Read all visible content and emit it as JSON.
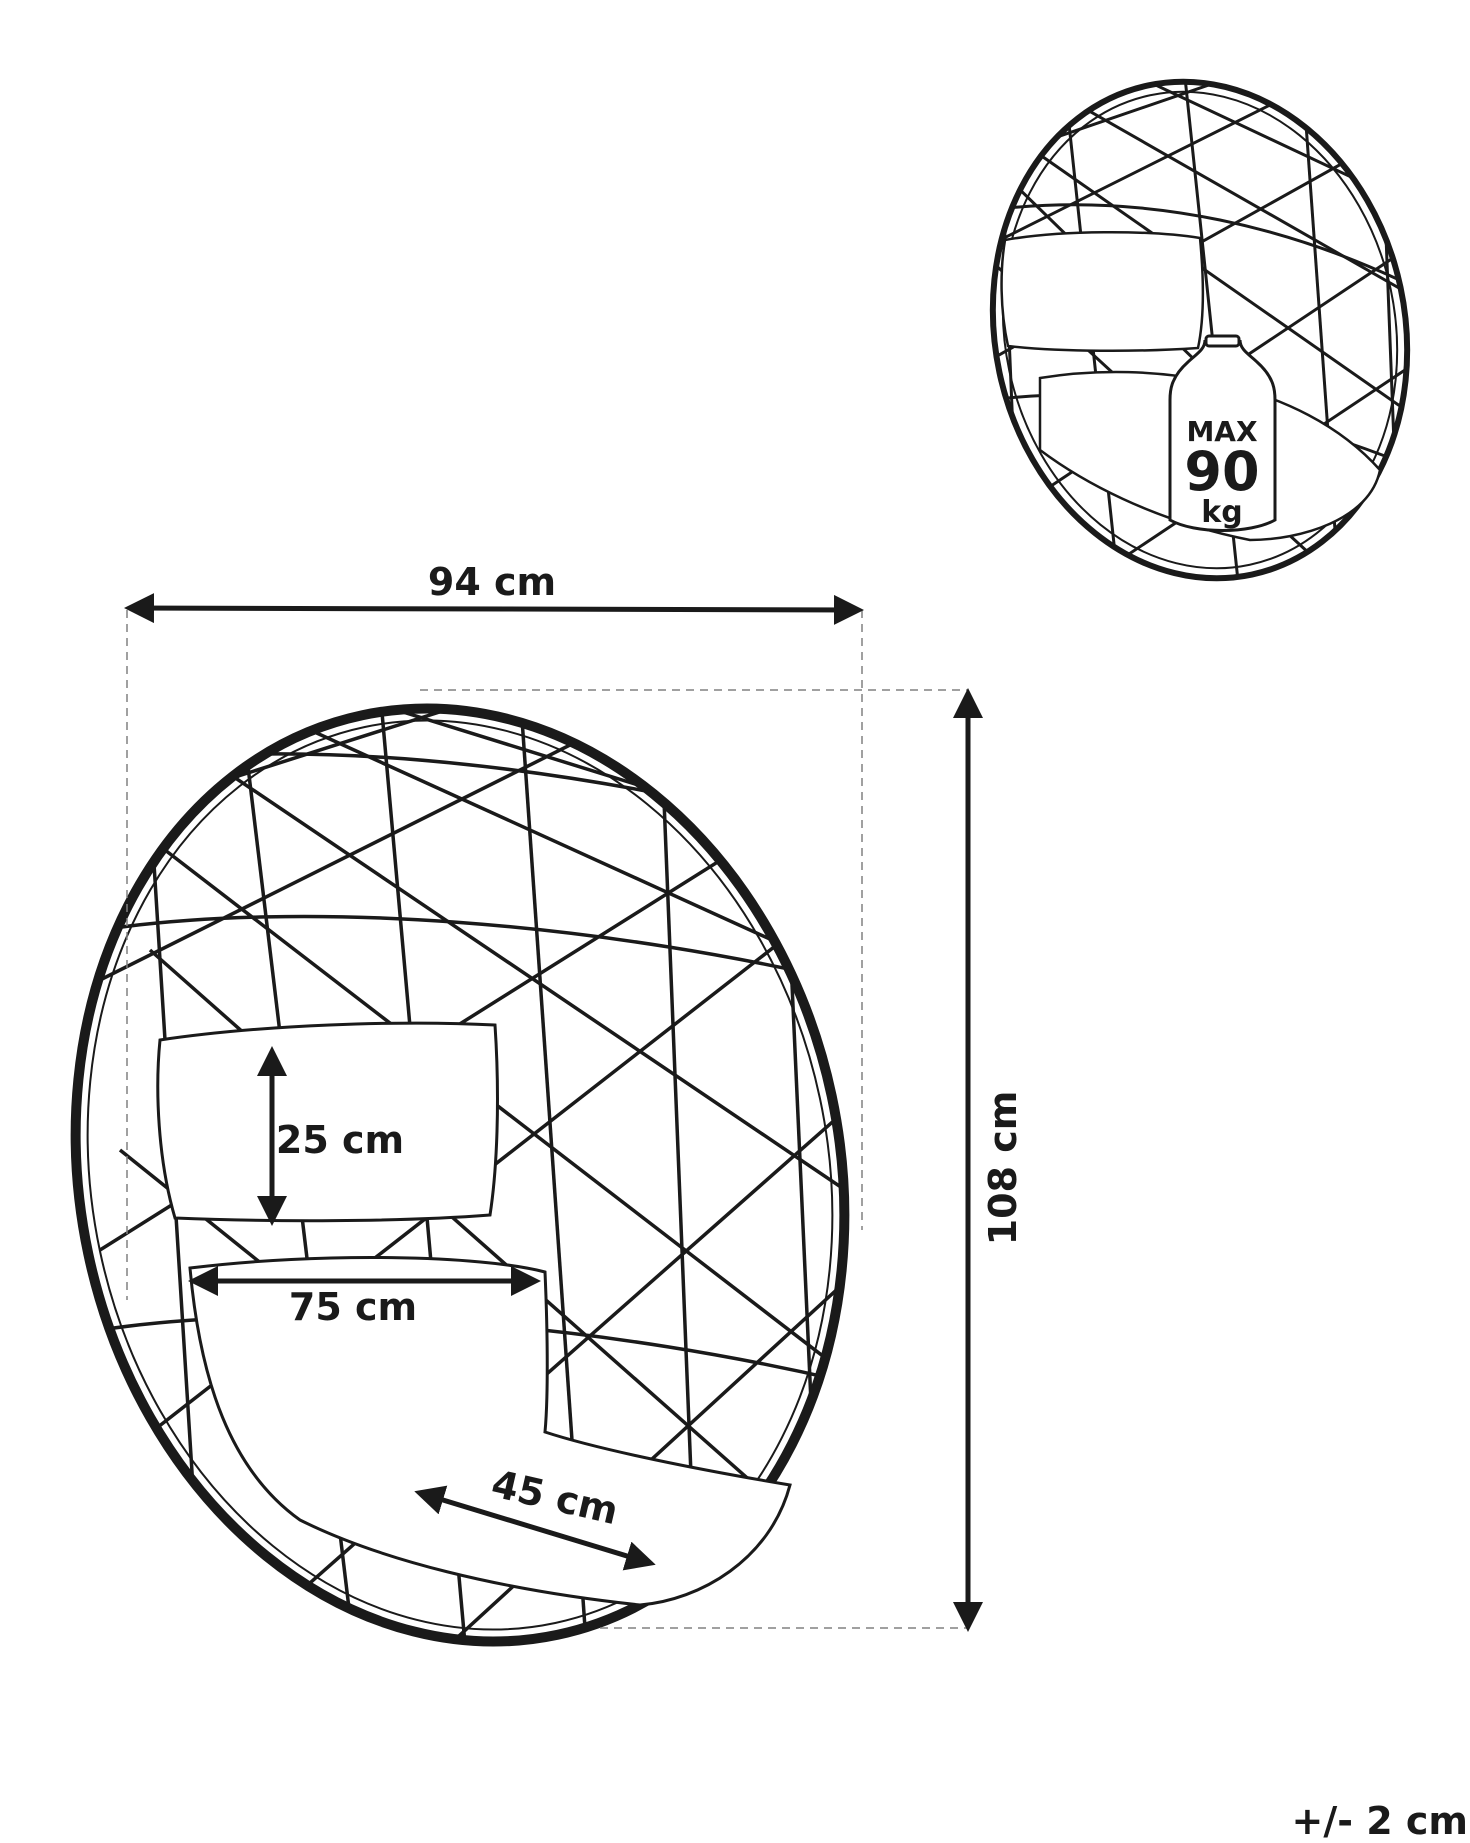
{
  "dimensions": {
    "width": "94 cm",
    "height": "108 cm",
    "pillow_height": "25 cm",
    "seat_width": "75 cm",
    "seat_depth": "45 cm"
  },
  "load": {
    "label": "MAX",
    "value": "90",
    "unit": "kg"
  },
  "tolerance": "+/- 2 cm",
  "colors": {
    "line": "#1a1a1a",
    "guide": "#808080",
    "background": "#ffffff"
  }
}
